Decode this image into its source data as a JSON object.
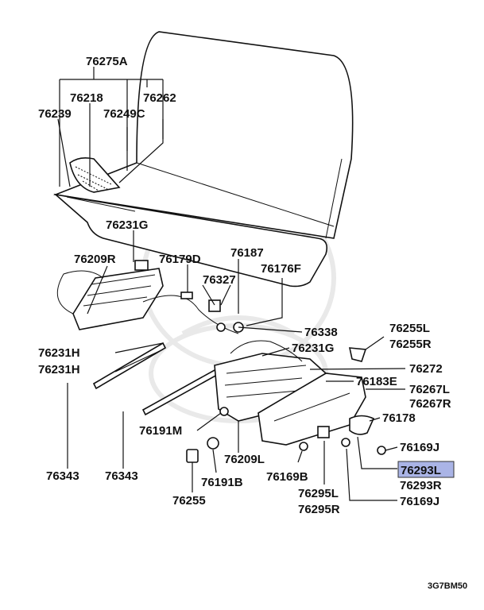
{
  "diagram": {
    "drawing_code": "3G7BM50",
    "highlight_color": "#aab4e6",
    "labels": {
      "76275A": "76275A",
      "76218": "76218",
      "76262": "76262",
      "76239": "76239",
      "76249C": "76249C",
      "76231G_top": "76231G",
      "76209R": "76209R",
      "76179D": "76179D",
      "76187": "76187",
      "76327": "76327",
      "76176F": "76176F",
      "76338": "76338",
      "76255L": "76255L",
      "76255R": "76255R",
      "76231G_mid": "76231G",
      "76231H_a": "76231H",
      "76231H_b": "76231H",
      "76272": "76272",
      "76183E": "76183E",
      "76267L": "76267L",
      "76267R": "76267R",
      "76178": "76178",
      "76191M": "76191M",
      "76169J_a": "76169J",
      "76293L": "76293L",
      "76293R": "76293R",
      "76169J_b": "76169J",
      "76343_a": "76343",
      "76343_b": "76343",
      "76209L": "76209L",
      "76169B": "76169B",
      "76191B": "76191B",
      "76295L": "76295L",
      "76295R": "76295R",
      "76255": "76255"
    }
  }
}
